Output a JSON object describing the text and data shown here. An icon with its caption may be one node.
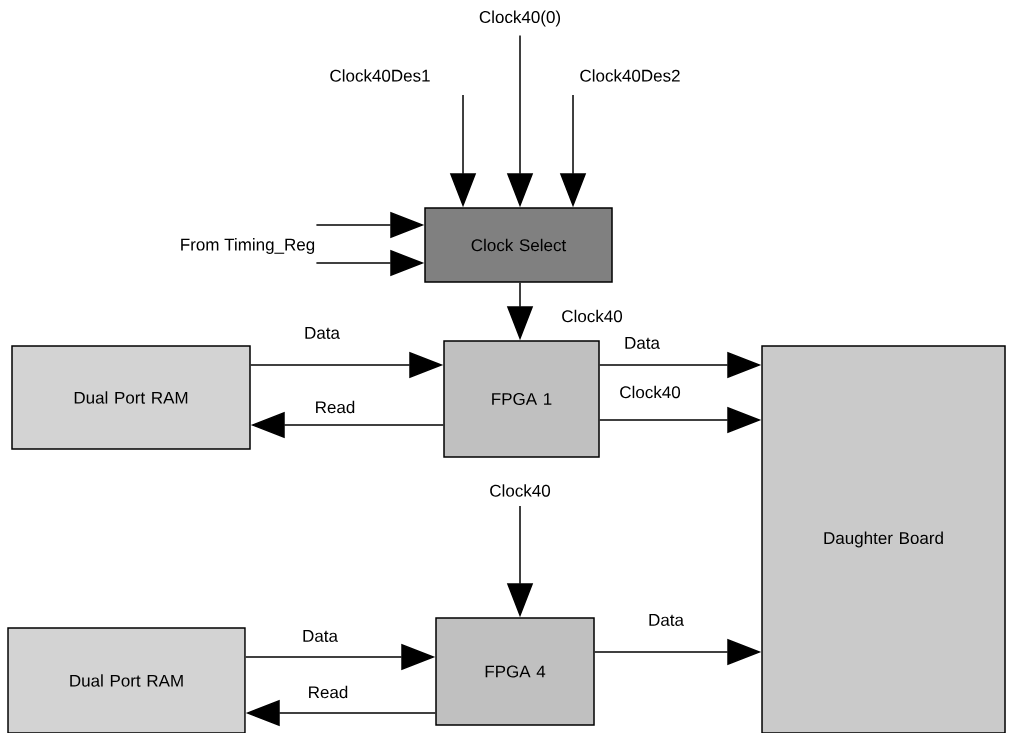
{
  "diagram": {
    "nodes": [
      {
        "text": [
          "Clock40(0)"
        ]
      },
      {
        "text": [
          "Clock40Des1"
        ]
      },
      {
        "text": [
          "Clock40Des2"
        ]
      },
      {
        "text": [
          "Clock Select"
        ]
      },
      {
        "text": [
          "From Timing_Reg"
        ]
      },
      {
        "text": [
          "Dual Port RAM"
        ]
      },
      {
        "text": [
          "FPGA 1"
        ]
      },
      {
        "text": [
          "Daughter Board"
        ]
      },
      {
        "text": [
          "Clock40"
        ]
      },
      {
        "text": [
          "Dual Port RAM"
        ]
      },
      {
        "text": [
          "FPGA 4"
        ]
      }
    ],
    "edges": [
      {
        "from": 1,
        "to": 3,
        "arrow": "to"
      },
      {
        "from": 0,
        "to": 3,
        "arrow": "to"
      },
      {
        "from": 2,
        "to": 3,
        "arrow": "to"
      },
      {
        "from": 4,
        "to": 3,
        "arrow": "to"
      },
      {
        "from": 4,
        "to": 3,
        "arrow": "to"
      },
      {
        "from": 3,
        "to": 6,
        "arrow": "to",
        "label": "Clock40"
      },
      {
        "from": 5,
        "to": 6,
        "arrow": "to",
        "label": "Data"
      },
      {
        "from": 6,
        "to": 5,
        "arrow": "to",
        "label": "Read"
      },
      {
        "from": 6,
        "to": 7,
        "arrow": "to",
        "label": "Data"
      },
      {
        "from": 6,
        "to": 7,
        "arrow": "to",
        "label": "Clock40"
      },
      {
        "from": 8,
        "to": 10,
        "arrow": "to"
      },
      {
        "from": 9,
        "to": 10,
        "arrow": "to",
        "label": "Data"
      },
      {
        "from": 10,
        "to": 9,
        "arrow": "to",
        "label": "Read"
      },
      {
        "from": 10,
        "to": 7,
        "arrow": "to",
        "label": "Data"
      }
    ]
  }
}
